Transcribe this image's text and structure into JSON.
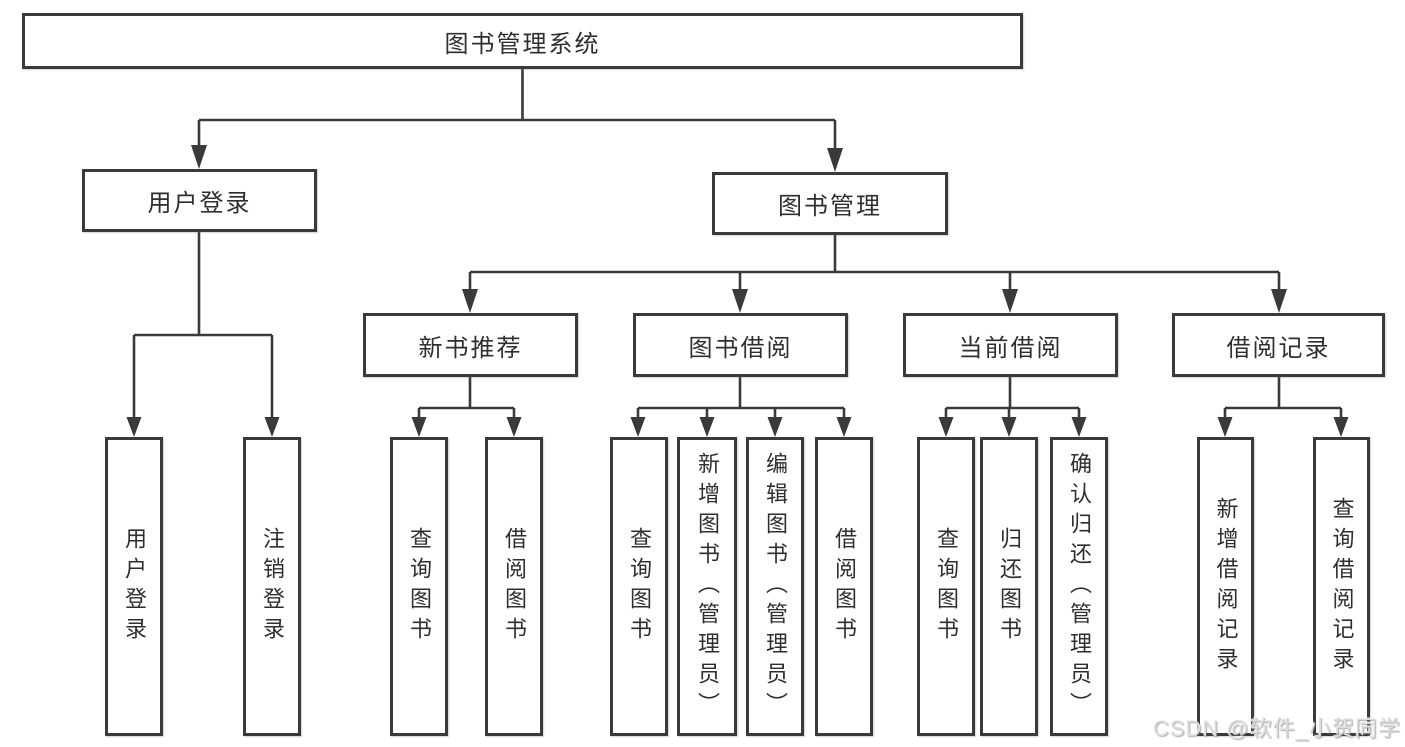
{
  "diagram": {
    "title": "图书管理系统",
    "root": {
      "label": "图书管理系统"
    },
    "level2": [
      {
        "label": "用户登录"
      },
      {
        "label": "图书管理"
      }
    ],
    "level3": [
      {
        "label": "新书推荐"
      },
      {
        "label": "图书借阅"
      },
      {
        "label": "当前借阅"
      },
      {
        "label": "借阅记录"
      }
    ],
    "leaves": {
      "user_login": [
        "用户登录",
        "注销登录"
      ],
      "new_books": [
        "查询图书",
        "借阅图书"
      ],
      "book_borrow": [
        "查询图书",
        "新增图书（管理员）",
        "编辑图书（管理员）",
        "借阅图书"
      ],
      "current_borrow": [
        "查询图书",
        "归还图书",
        "确认归还（管理员）"
      ],
      "borrow_records": [
        "新增借阅记录",
        "查询借阅记录"
      ]
    }
  },
  "watermark": {
    "text": "CSDN @软件_小贺同学"
  },
  "colors": {
    "line": "#3a3a3a",
    "text": "#2f2f2f",
    "background": "#ffffff",
    "watermark": "#dcdcdc"
  }
}
